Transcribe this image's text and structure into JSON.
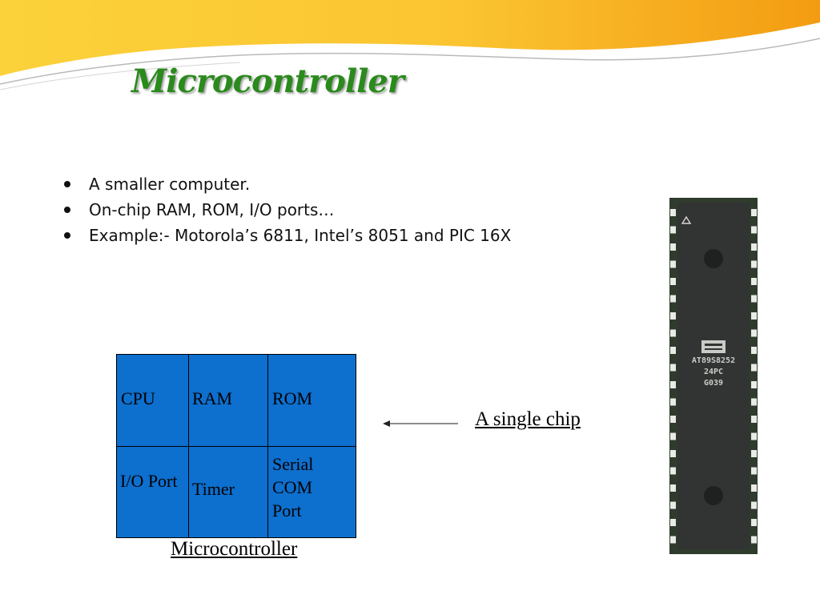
{
  "slide": {
    "title": "Microcontroller",
    "bullets": [
      "A smaller computer.",
      "On-chip RAM, ROM, I/O ports…",
      "Example:- Motorola’s 6811, Intel’s 8051 and PIC 16X"
    ]
  },
  "diagram": {
    "cells": {
      "cpu": "CPU",
      "ram": "RAM",
      "rom": "ROM",
      "io_port": "I/O Port",
      "timer": "Timer",
      "serial_line1": "Serial",
      "serial_line2": "COM",
      "serial_line3": "Port"
    },
    "caption": "Microcontroller",
    "chip_label": "A single chip"
  },
  "chip": {
    "marking_line1": "AT89S8252",
    "marking_line2": "24PC",
    "marking_line3": "G039"
  },
  "colors": {
    "title_green": "#2a8a1c",
    "block_blue": "#0d6fce",
    "wave_orange": "#f39c12",
    "wave_yellow": "#fbd23a"
  }
}
